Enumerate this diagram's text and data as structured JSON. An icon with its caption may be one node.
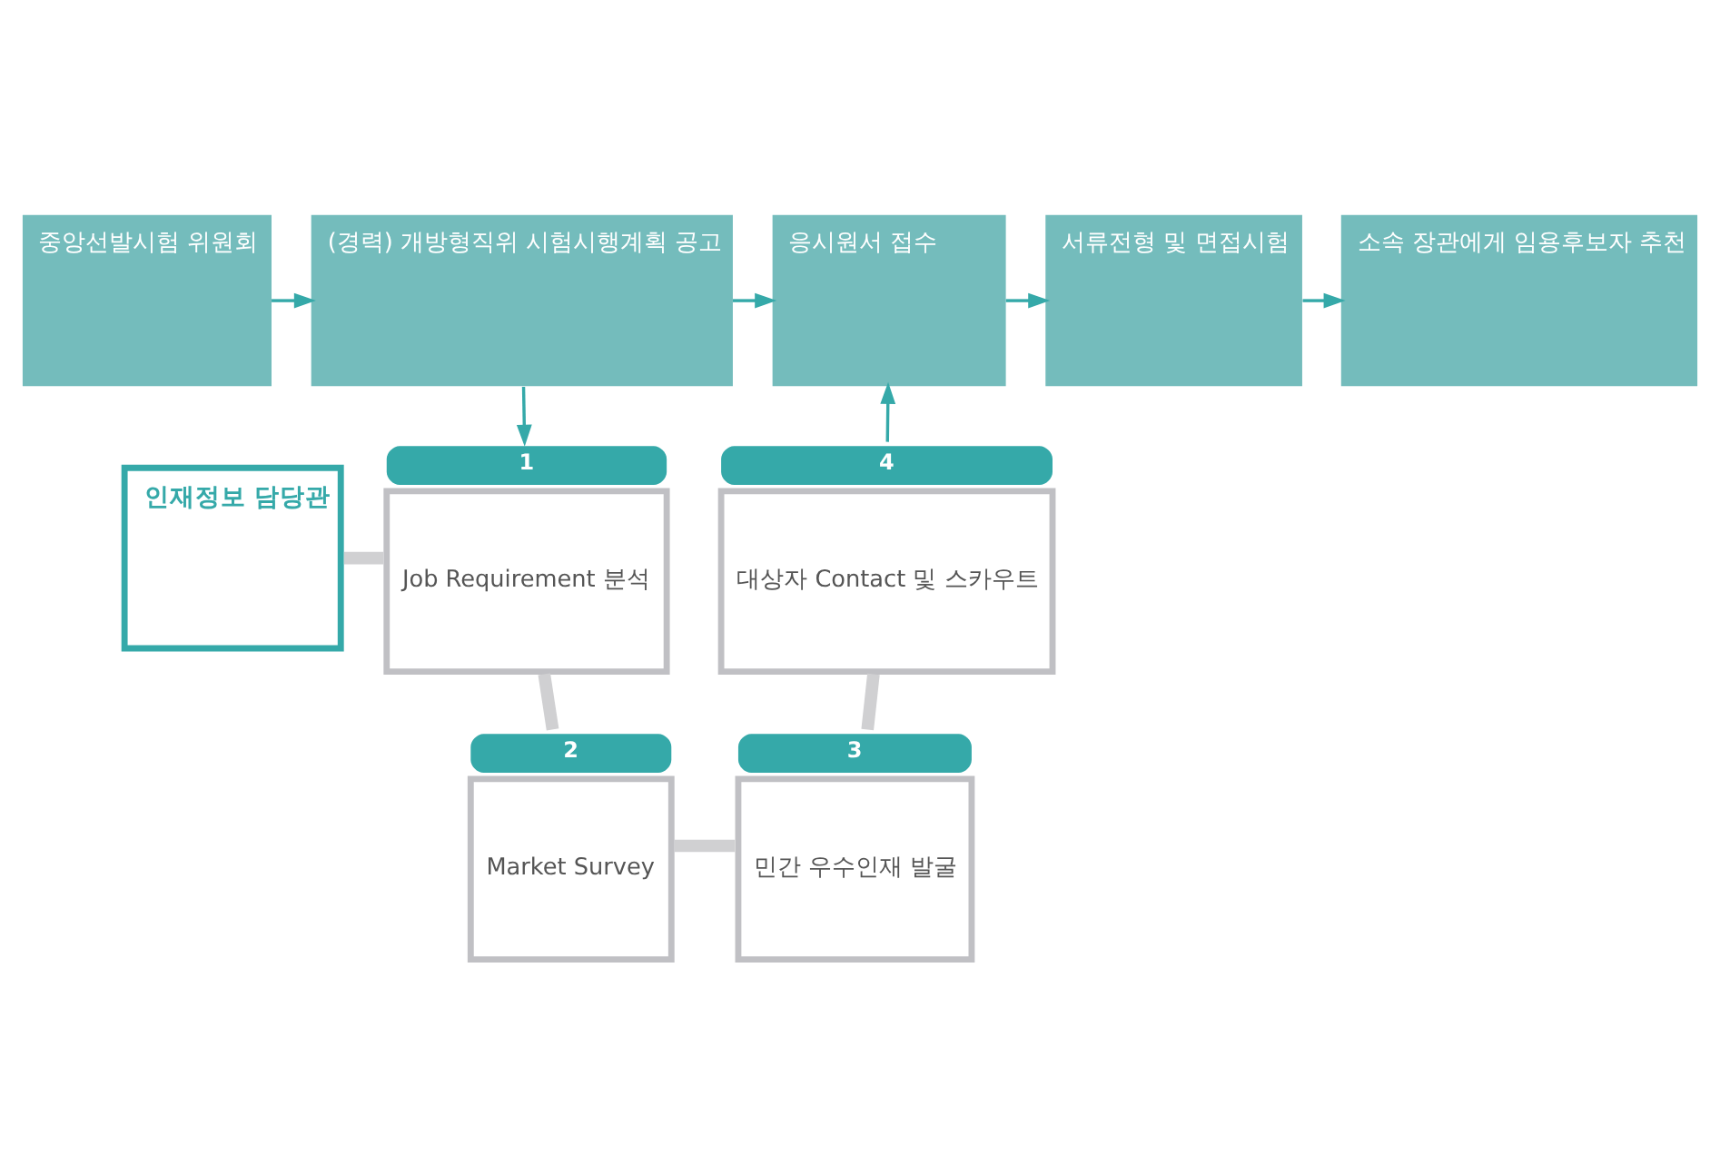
{
  "diagram": {
    "nodes": [
      {
        "text": [
          "중앙선발시험 위원회"
        ]
      },
      {
        "text": [
          "(경력) 개방형직위 시험시행계획 공고"
        ]
      },
      {
        "text": [
          "응시원서 접수"
        ]
      },
      {
        "text": [
          "서류전형 및 면접시험"
        ]
      },
      {
        "text": [
          "소속 장관에게 임용후보자 추천"
        ]
      },
      {
        "text": [
          "인재정보 담당관"
        ]
      },
      {
        "text": [
          "Job Requirement 분석"
        ],
        "beside": [
          "1"
        ]
      },
      {
        "text": [
          "대상자 Contact 및 스카우트"
        ],
        "beside": [
          "4"
        ]
      },
      {
        "text": [
          "Market Survey"
        ],
        "beside": [
          "2"
        ]
      },
      {
        "text": [
          "민간 우수인재 발굴"
        ],
        "beside": [
          "3"
        ]
      }
    ],
    "edges": [
      {
        "from": 0,
        "to": 1,
        "arrow": "to"
      },
      {
        "from": 1,
        "to": 2,
        "arrow": "to"
      },
      {
        "from": 2,
        "to": 3,
        "arrow": "to"
      },
      {
        "from": 3,
        "to": 4,
        "arrow": "to"
      },
      {
        "from": 1,
        "to": 6,
        "arrow": "to"
      },
      {
        "from": 7,
        "to": 2,
        "arrow": "to"
      },
      {
        "from": 5,
        "to": 6,
        "arrow": "none",
        "style": "thick",
        "color": "#d0d0d2"
      },
      {
        "from": 6,
        "to": 8,
        "arrow": "none",
        "style": "thick",
        "color": "#d0d0d2"
      },
      {
        "from": 8,
        "to": 9,
        "arrow": "none",
        "style": "thick",
        "color": "#d0d0d2"
      },
      {
        "from": 9,
        "to": 7,
        "arrow": "none",
        "style": "thick",
        "color": "#d0d0d2"
      }
    ]
  }
}
